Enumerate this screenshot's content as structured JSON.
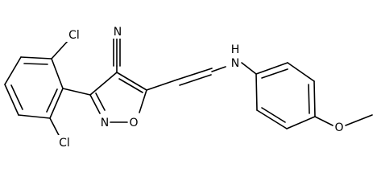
{
  "molecule": {
    "atoms": {
      "nitrile_n": "N",
      "cl_top": "Cl",
      "cl_bottom": "Cl",
      "nh": "H",
      "nh_n": "N",
      "ring_n": "N",
      "ring_o": "O",
      "ether_o": "O"
    }
  }
}
